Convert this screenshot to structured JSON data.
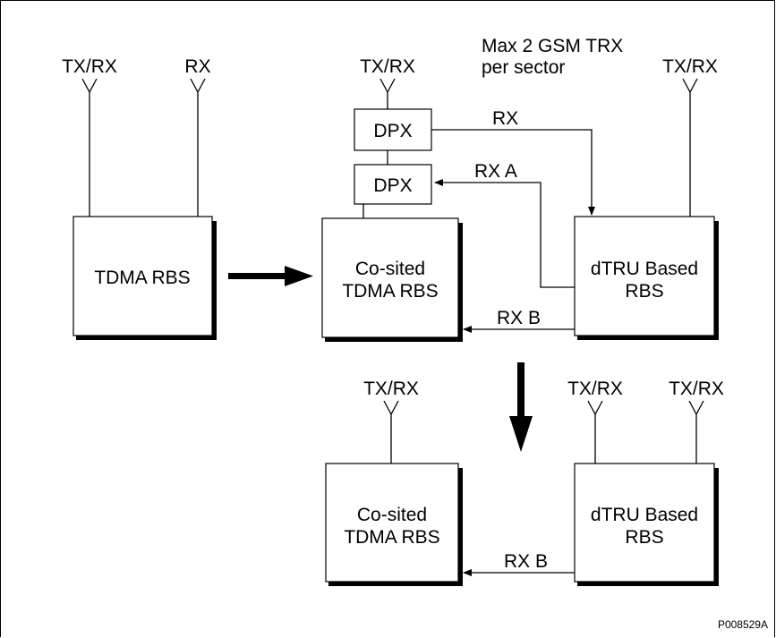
{
  "blocks": {
    "tdma_rbs": "TDMA RBS",
    "cosited_top_l1": "Co-sited",
    "cosited_top_l2": "TDMA RBS",
    "dtru_top_l1": "dTRU Based",
    "dtru_top_l2": "RBS",
    "cosited_bottom_l1": "Co-sited",
    "cosited_bottom_l2": "TDMA RBS",
    "dtru_bottom_l1": "dTRU Based",
    "dtru_bottom_l2": "RBS",
    "dpx_upper": "DPX",
    "dpx_lower": "DPX"
  },
  "antennas": {
    "tdma_txrx": "TX/RX",
    "tdma_rx": "RX",
    "cosited_top_txrx": "TX/RX",
    "dtru_top_txrx": "TX/RX",
    "cosited_bottom_txrx": "TX/RX",
    "dtru_bottom_txrx_1": "TX/RX",
    "dtru_bottom_txrx_2": "TX/RX"
  },
  "signals": {
    "rx": "RX",
    "rx_a": "RX A",
    "rx_b_top": "RX B",
    "rx_b_bottom": "RX B"
  },
  "note": {
    "line1": "Max 2 GSM TRX",
    "line2": "per sector"
  },
  "figure_id": "P008529A",
  "colors": {
    "line": "#000000",
    "background": "#ffffff"
  }
}
